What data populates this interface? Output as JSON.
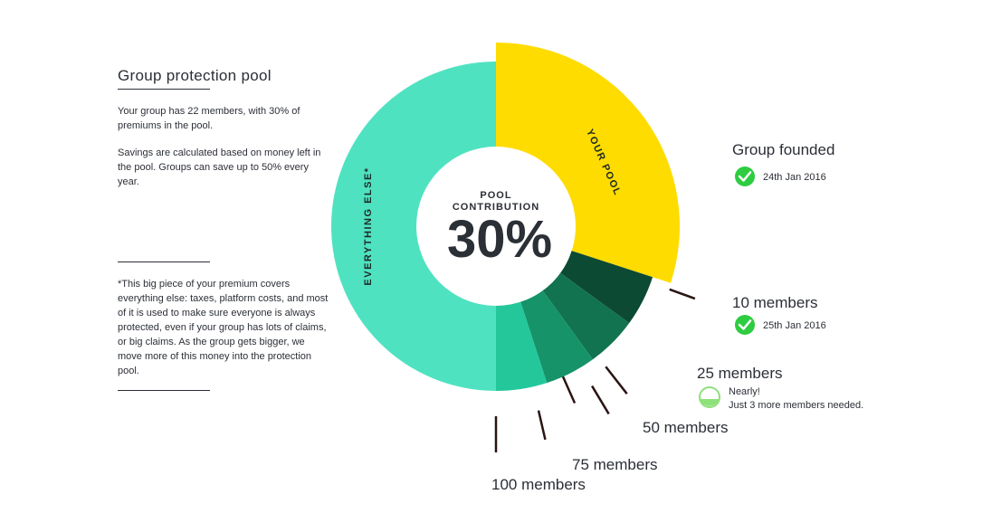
{
  "panel": {
    "title": "Group protection pool",
    "p1": "Your group has 22 members, with 30% of premiums in the pool.",
    "p2": "Savings are calculated based on money left in the pool. Groups can save up to 50% every year.",
    "p3": "*This big piece of your premium covers everything else: taxes, platform costs, and most of it is used to make sure everyone is always protected, even if your group has lots of claims, or big claims. As the group gets bigger, we move more of this money into the protection pool."
  },
  "chart_data": {
    "type": "pie",
    "center": {
      "label_line1": "POOL",
      "label_line2": "CONTRIBUTION",
      "value": "30%"
    },
    "slices": [
      {
        "label": "YOUR POOL",
        "value": 30,
        "color": "#ffdc00"
      },
      {
        "label": "",
        "value": 5,
        "color": "#0c4a33"
      },
      {
        "label": "",
        "value": 5,
        "color": "#11734f"
      },
      {
        "label": "",
        "value": 5,
        "color": "#169368"
      },
      {
        "label": "",
        "value": 5,
        "color": "#23c79a"
      },
      {
        "label": "EVERYTHING ELSE*",
        "value": 50,
        "color": "#4fe2c1"
      }
    ],
    "milestones": [
      {
        "label": "Group founded",
        "status": "done",
        "note": "24th Jan 2016"
      },
      {
        "label": "10 members",
        "status": "done",
        "note": "25th Jan 2016"
      },
      {
        "label": "25 members",
        "status": "partial",
        "note": "Nearly!",
        "note2": "Just 3 more members needed."
      },
      {
        "label": "50 members",
        "status": "pending"
      },
      {
        "label": "75 members",
        "status": "pending"
      },
      {
        "label": "100 members",
        "status": "pending"
      }
    ],
    "colors": {
      "check": "#2ecc40",
      "partial": "#8ee07a",
      "tick": "#2a1414",
      "hole": "#ffffff"
    }
  }
}
